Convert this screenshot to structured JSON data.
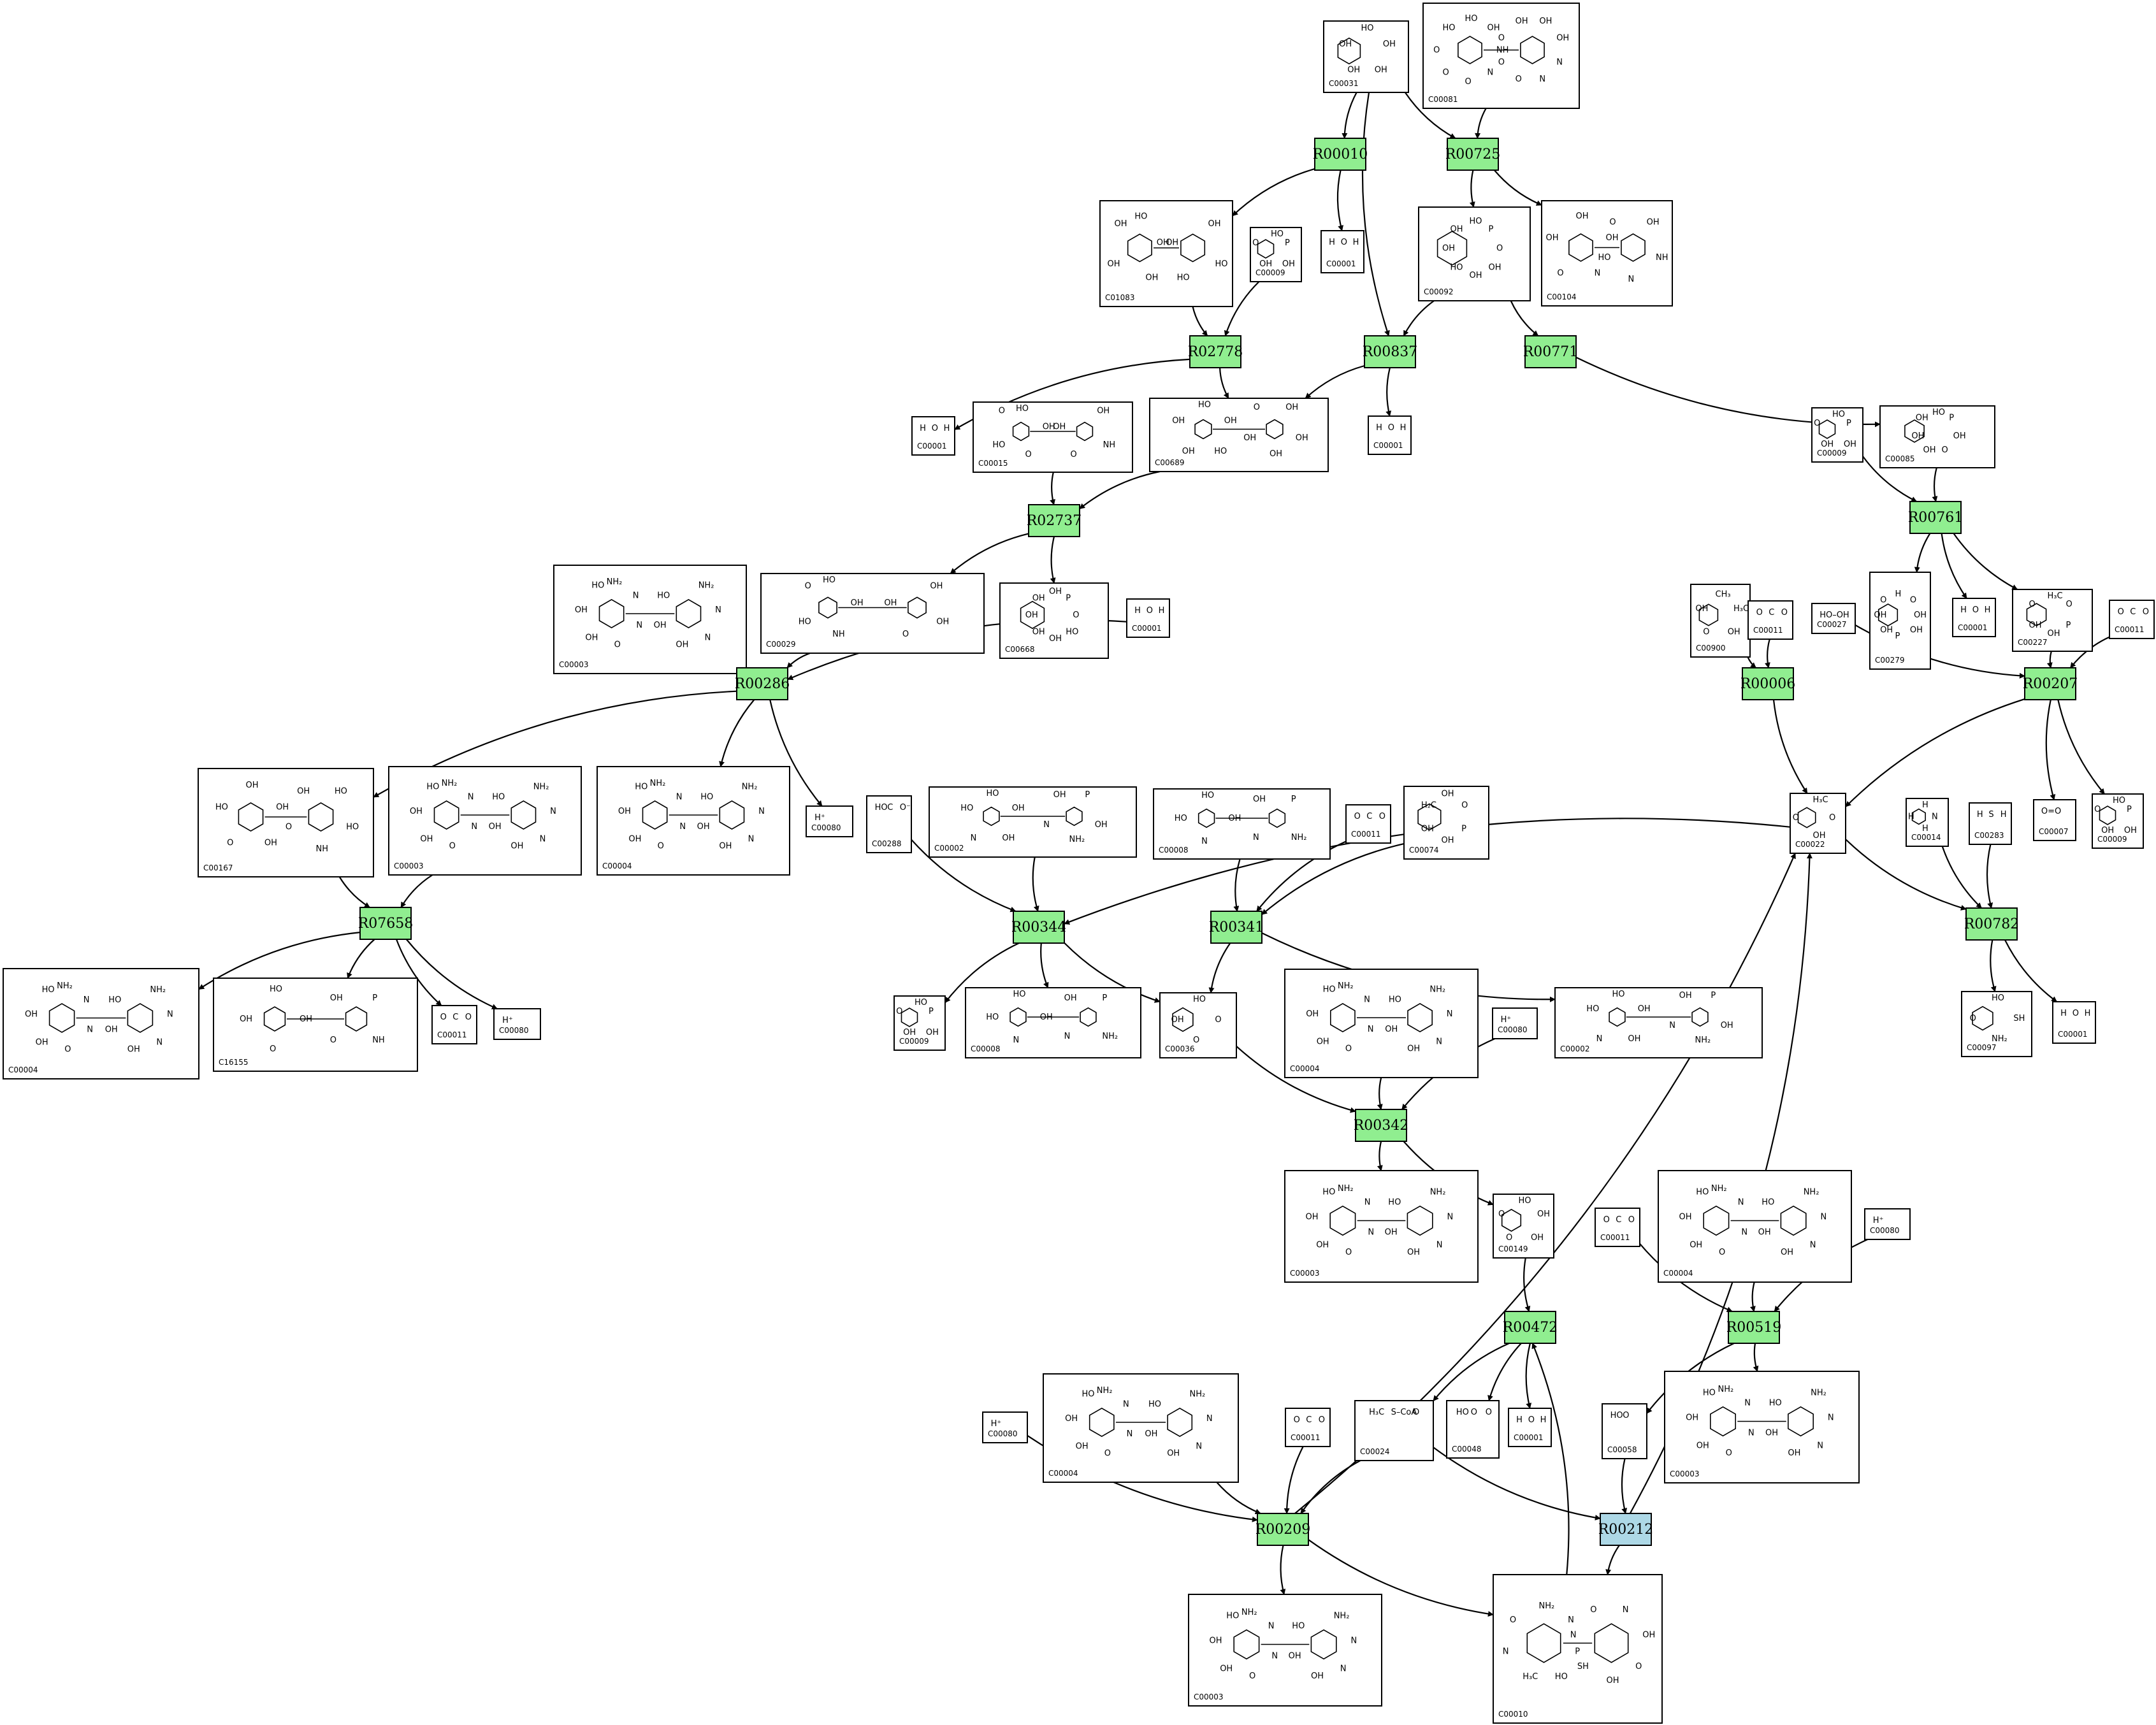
{
  "colors": {
    "reaction_default": "#90ee90",
    "reaction_highlight": "#add8e6",
    "edge": "#000000"
  },
  "compounds": [
    {
      "id": "C00031",
      "text": [
        "HO",
        "OH",
        "OH",
        "OH",
        "OH"
      ]
    },
    {
      "id": "C00081",
      "text": [
        "HO",
        "OH",
        "OH",
        "OH",
        "NH",
        "N",
        "N",
        "N",
        "O",
        "O",
        "O",
        "O",
        "O",
        "O",
        "HO",
        "OH"
      ]
    },
    {
      "id": "C01083",
      "text": [
        "HO",
        "OH",
        "OH",
        "HO",
        "OH",
        "HO",
        "OH",
        "OH",
        "OH"
      ]
    },
    {
      "id": "C00009",
      "text": [
        "HO",
        "P",
        "OH",
        "OH",
        "O"
      ]
    },
    {
      "id": "C00001",
      "text": [
        "H",
        "O",
        "H"
      ]
    },
    {
      "id": "C00092",
      "text": [
        "HO",
        "P",
        "O",
        "OH",
        "OH",
        "HO",
        "OH",
        "OH"
      ]
    },
    {
      "id": "C00104",
      "text": [
        "OH",
        "OH",
        "OH",
        "NH",
        "N",
        "N",
        "O",
        "HO",
        "OH",
        "O"
      ]
    },
    {
      "id": "C00015",
      "text": [
        "HO",
        "OH",
        "OH",
        "NH",
        "O",
        "O",
        "HO",
        "OH",
        "O"
      ]
    },
    {
      "id": "C00689",
      "text": [
        "HO",
        "OH",
        "OH",
        "OH",
        "HO",
        "OH",
        "OH",
        "OH",
        "OH",
        "O"
      ]
    },
    {
      "id": "C00085",
      "text": [
        "HO",
        "P",
        "OH",
        "O",
        "OH",
        "OH",
        "OH"
      ]
    },
    {
      "id": "C00003",
      "text": [
        "NH₂",
        "NH₂",
        "N",
        "N",
        "N",
        "N",
        "O",
        "OH",
        "OH",
        "OH",
        "OH",
        "HO",
        "HO"
      ]
    },
    {
      "id": "C00029",
      "text": [
        "HO",
        "OH",
        "OH",
        "OH",
        "NH",
        "O",
        "HO",
        "OH",
        "O"
      ]
    },
    {
      "id": "C00668",
      "text": [
        "OH",
        "P",
        "O",
        "HO",
        "OH",
        "OH",
        "OH",
        "OH"
      ]
    },
    {
      "id": "C00279",
      "text": [
        "H",
        "O",
        "OH",
        "OH",
        "P",
        "OH",
        "OH",
        "O"
      ]
    },
    {
      "id": "C00900",
      "text": [
        "CH₃",
        "H₃C",
        "OH",
        "O",
        "OH"
      ]
    },
    {
      "id": "C00011",
      "text": [
        "O",
        "C",
        "O"
      ]
    },
    {
      "id": "C00027",
      "text": [
        "HO–OH"
      ]
    },
    {
      "id": "C00227",
      "text": [
        "H₃C",
        "O",
        "P",
        "OH",
        "OH",
        "O"
      ]
    },
    {
      "id": "C00167",
      "text": [
        "OH",
        "HO",
        "OH",
        "HO",
        "OH",
        "NH",
        "O",
        "O",
        "HO",
        "OH"
      ]
    },
    {
      "id": "C00004",
      "text": [
        "NH₂",
        "NH₂",
        "N",
        "N",
        "N",
        "N",
        "O",
        "OH",
        "OH",
        "OH",
        "OH",
        "HO",
        "HO"
      ]
    },
    {
      "id": "C00080",
      "text": [
        "H⁺"
      ]
    },
    {
      "id": "C00288",
      "text": [
        "HO",
        "C",
        "O⁻"
      ]
    },
    {
      "id": "C00002",
      "text": [
        "HO",
        "P",
        "OH",
        "OH",
        "OH",
        "NH₂",
        "N",
        "N",
        "HO",
        "OH"
      ]
    },
    {
      "id": "C00008",
      "text": [
        "HO",
        "P",
        "OH",
        "NH₂",
        "N",
        "N",
        "HO",
        "OH"
      ]
    },
    {
      "id": "C00074",
      "text": [
        "OH",
        "O",
        "P",
        "OH",
        "OH",
        "H₂C"
      ]
    },
    {
      "id": "C00022",
      "text": [
        "H₃C",
        "O",
        "OH",
        "O"
      ]
    },
    {
      "id": "C00014",
      "text": [
        "H",
        "N",
        "H",
        "H"
      ]
    },
    {
      "id": "C00283",
      "text": [
        "H",
        "S",
        "H"
      ]
    },
    {
      "id": "C00007",
      "text": [
        "O=O"
      ]
    },
    {
      "id": "C16155",
      "text": [
        "HO",
        "P",
        "OH",
        "NH",
        "O",
        "O",
        "OH",
        "OH"
      ]
    },
    {
      "id": "C00036",
      "text": [
        "HO",
        "O",
        "O",
        "OH"
      ]
    },
    {
      "id": "C00097",
      "text": [
        "HO",
        "SH",
        "NH₂",
        "O"
      ]
    },
    {
      "id": "C00149",
      "text": [
        "HO",
        "OH",
        "OH",
        "O",
        "O"
      ]
    },
    {
      "id": "C00048",
      "text": [
        "HO",
        "O",
        "O"
      ]
    },
    {
      "id": "C00024",
      "text": [
        "H₃C",
        "S–CoA",
        "O"
      ]
    },
    {
      "id": "C00058",
      "text": [
        "HO",
        "O"
      ]
    },
    {
      "id": "C00010",
      "text": [
        "NH₂",
        "N",
        "N",
        "OH",
        "P",
        "O",
        "HO",
        "OH",
        "H₃C",
        "SH",
        "N",
        "N",
        "O",
        "O"
      ]
    }
  ],
  "reactions": [
    {
      "id": "R00010",
      "type": "default"
    },
    {
      "id": "R00725",
      "type": "default"
    },
    {
      "id": "R02778",
      "type": "default"
    },
    {
      "id": "R00837",
      "type": "default"
    },
    {
      "id": "R00771",
      "type": "default"
    },
    {
      "id": "R02737",
      "type": "default"
    },
    {
      "id": "R00761",
      "type": "default"
    },
    {
      "id": "R00286",
      "type": "default"
    },
    {
      "id": "R00006",
      "type": "default"
    },
    {
      "id": "R00207",
      "type": "default"
    },
    {
      "id": "R07658",
      "type": "default"
    },
    {
      "id": "R00344",
      "type": "default"
    },
    {
      "id": "R00341",
      "type": "default"
    },
    {
      "id": "R00782",
      "type": "default"
    },
    {
      "id": "R00342",
      "type": "default"
    },
    {
      "id": "R00472",
      "type": "default"
    },
    {
      "id": "R00519",
      "type": "default"
    },
    {
      "id": "R00209",
      "type": "default"
    },
    {
      "id": "R00212",
      "type": "highlight"
    }
  ]
}
